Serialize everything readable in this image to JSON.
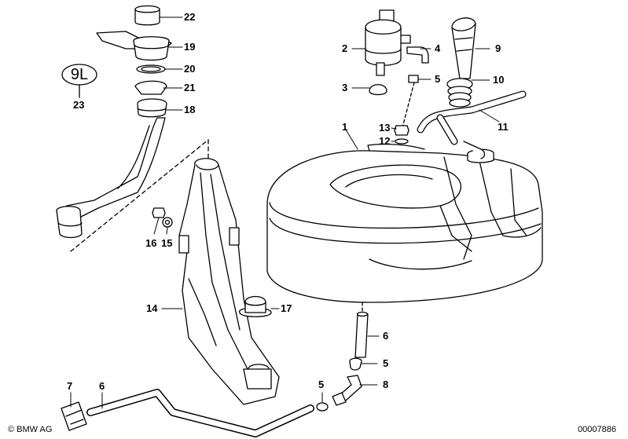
{
  "variant_tag": "9L",
  "variant_tag_ref": "23",
  "callouts": {
    "p1": "1",
    "p2": "2",
    "p3": "3",
    "p4": "4",
    "p5a": "5",
    "p5b": "5",
    "p5c": "5",
    "p6a": "6",
    "p6b": "6",
    "p7": "7",
    "p8": "8",
    "p9": "9",
    "p10": "10",
    "p11": "11",
    "p12": "12",
    "p13": "13",
    "p14": "14",
    "p15": "15",
    "p16": "16",
    "p17": "17",
    "p18": "18",
    "p19": "19",
    "p20": "20",
    "p21": "21",
    "p22": "22"
  },
  "copyright": "© BMW AG",
  "image_number": "00007886"
}
